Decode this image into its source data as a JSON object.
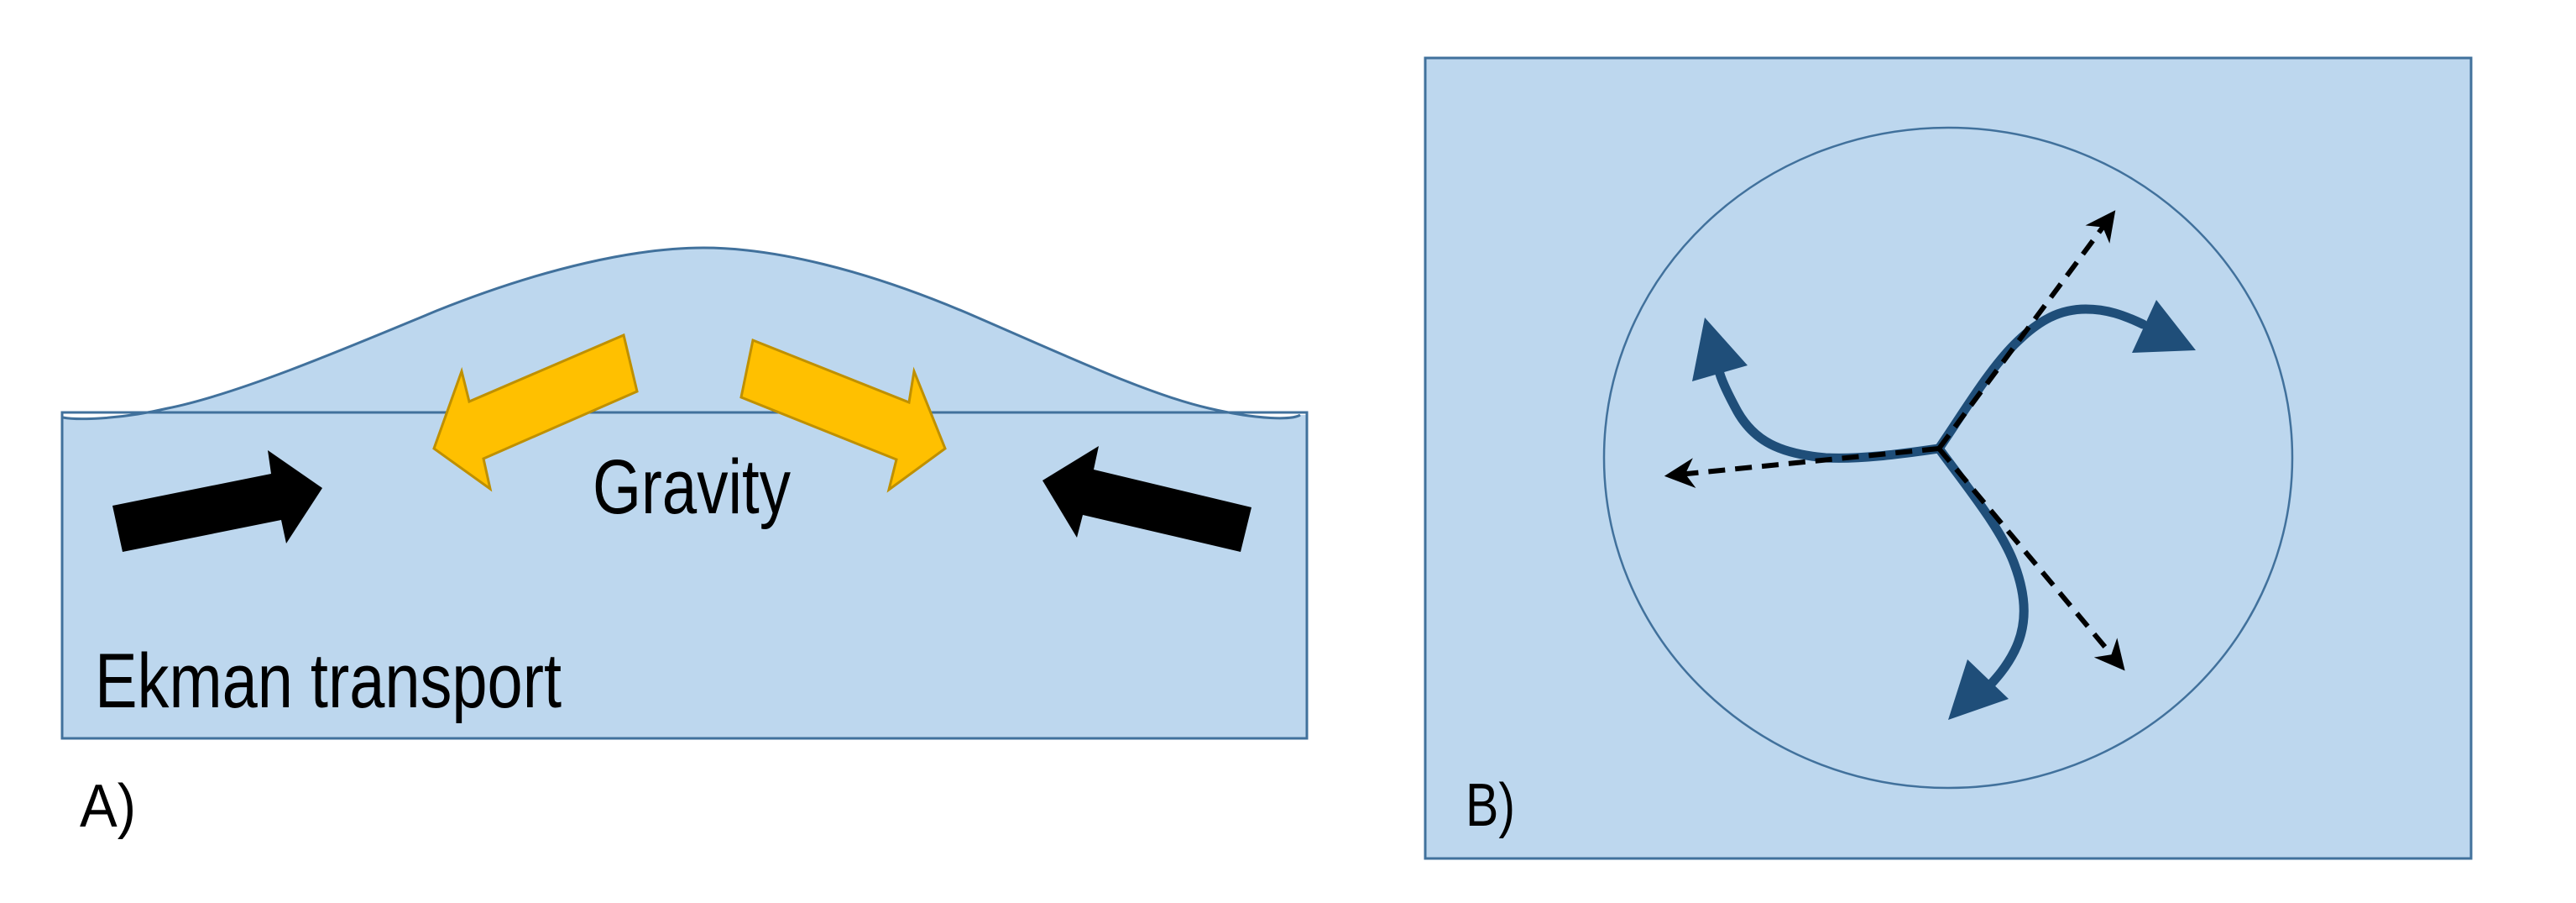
{
  "figure": {
    "colors": {
      "water_fill": "#BDD7EE",
      "panel_border": "#41719C",
      "gravity_arrow_fill": "#FFC000",
      "gravity_arrow_stroke": "#BF9000",
      "ekman_arrow_fill": "#000000",
      "flow_arrow_color": "#1F4E79",
      "dashed_arrow_color": "#000000"
    },
    "panel_a": {
      "label": "A)",
      "gravity_label": "Gravity",
      "ekman_label": "Ekman transport",
      "elements": {
        "sea_surface": "raised sea-surface hump",
        "ekman_arrows": [
          "converging arrow from left",
          "converging arrow from right"
        ],
        "gravity_arrows": [
          "gravity arrow pointing down-left",
          "gravity arrow pointing down-right"
        ]
      }
    },
    "panel_b": {
      "label": "B)",
      "elements": {
        "eddy_boundary": "circular eddy outline",
        "flow_arrows": [
          "curved flow arrow left",
          "curved flow arrow upper-right",
          "curved flow arrow down"
        ],
        "dashed_arrows": [
          "dashed arrow left",
          "dashed arrow upper-right",
          "dashed arrow lower-right"
        ]
      }
    }
  }
}
